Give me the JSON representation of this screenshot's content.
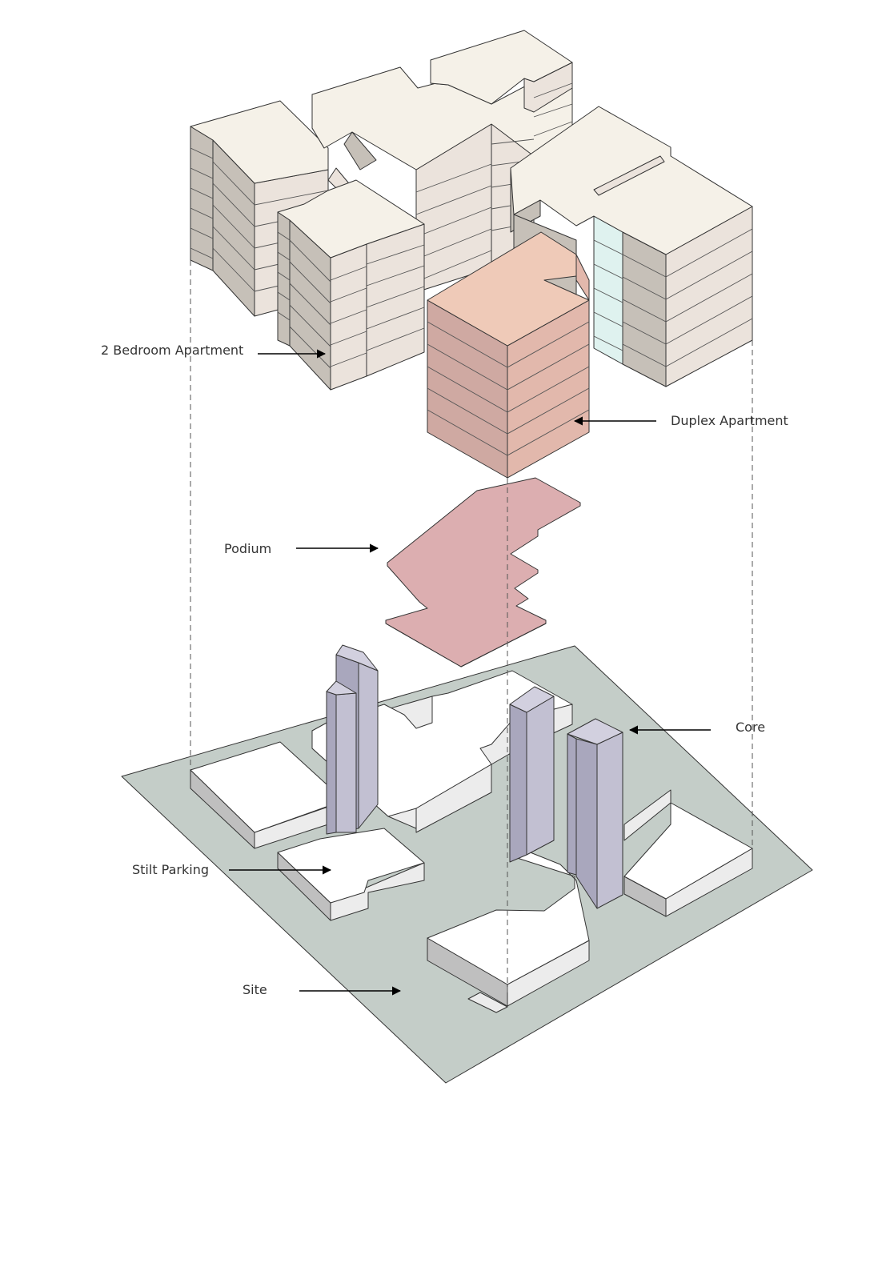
{
  "labels": {
    "two_bedroom": "2 Bedroom Apartment",
    "duplex": "Duplex Apartment",
    "podium": "Podium",
    "core": "Core",
    "stilt_parking": "Stilt Parking",
    "site": "Site"
  },
  "colors": {
    "residential_top": "#f5f1e8",
    "residential_side": "#ebe3dc",
    "residential_side_dark": "#c6c0b8",
    "duplex_top": "#efcab8",
    "duplex_side": "#e2b8ac",
    "duplex_side_dark": "#cfa9a2",
    "podium": "#dcaeb0",
    "core_front": "#c2c0d2",
    "core_side": "#a9a7bd",
    "core_top": "#d2d0df",
    "site": "#c4cdc8",
    "parking_top": "#ffffff",
    "parking_side": "#ececec",
    "parking_side_dark": "#bfbfbf",
    "glazing": "#dff2ef"
  },
  "icons": [
    "arrow-right-icon",
    "arrow-left-icon"
  ]
}
